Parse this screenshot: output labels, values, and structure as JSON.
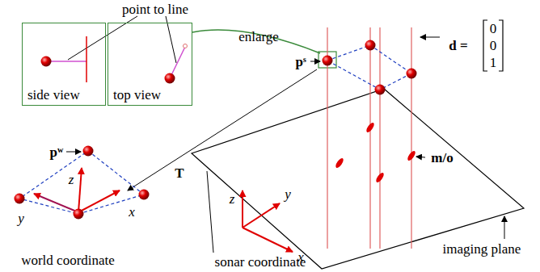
{
  "diagram": {
    "nodes": [
      {
        "text": [
          "side view"
        ]
      },
      {
        "text": [
          "top view"
        ]
      }
    ],
    "labels": [
      "point to line",
      "enlarge",
      "pˢ",
      "d =",
      "0",
      "0",
      "1",
      "pʷ",
      "T",
      "z",
      "y",
      "x",
      "world coordinate",
      "z",
      "y",
      "x",
      "sonar coordinate",
      "imaging plane",
      "m/o"
    ]
  }
}
